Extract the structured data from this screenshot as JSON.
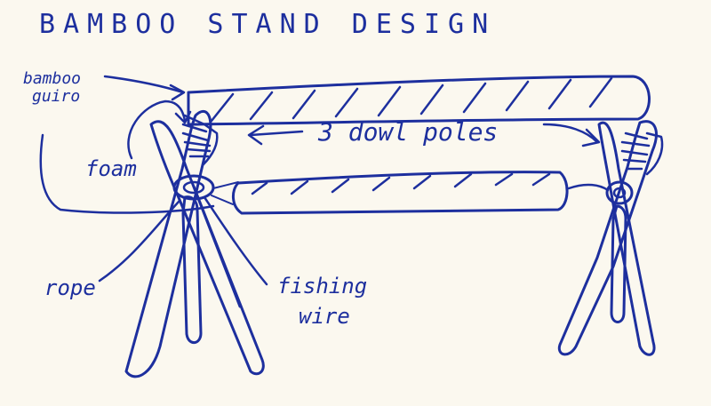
{
  "title": "BAMBOO STAND DESIGN",
  "labels": {
    "bamboo_guiro_line1": "bamboo",
    "bamboo_guiro_line2": "guiro",
    "dowel_poles": "3 dowl poles",
    "foam": "foam",
    "rope": "rope",
    "fishing_wire_line1": "fishing",
    "fishing_wire_line2": "wire"
  },
  "ink_color": "#1d2f9e",
  "paper_color": "#fbf8ef"
}
